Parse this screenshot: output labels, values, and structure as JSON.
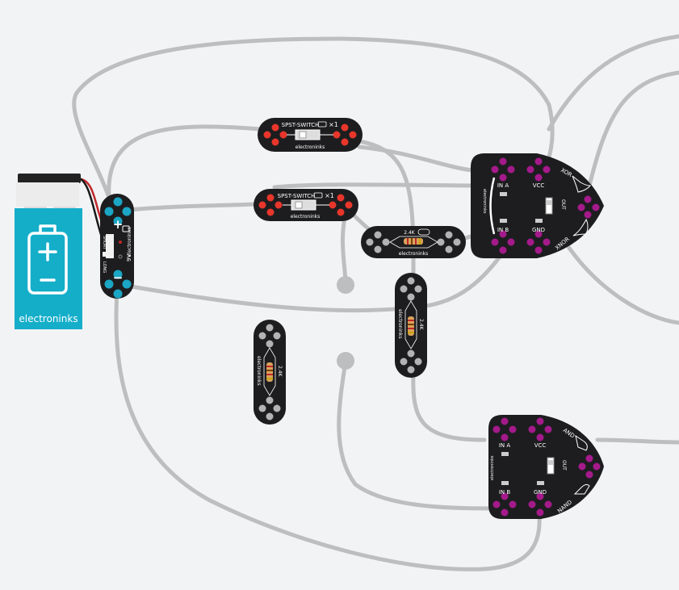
{
  "battery": {
    "brand": "electroninks",
    "plus": "+",
    "minus": "−",
    "voltage": "9V",
    "switch_on": "SHORT",
    "switch_off": "LONG",
    "board_brand": "electroninks"
  },
  "switch1": {
    "label": "SPST-SWITCH",
    "count": "×1",
    "brand": "electroninks"
  },
  "switch2": {
    "label": "SPST-SWITCH",
    "count": "×1",
    "brand": "electroninks"
  },
  "resistor_h": {
    "label": "2.4K",
    "brand": "electroninks"
  },
  "resistor_v1": {
    "label": "2.4K",
    "brand": "electroninks"
  },
  "resistor_v2": {
    "label": "2.4K",
    "brand": "electroninks"
  },
  "gate_xor": {
    "in_a": "IN A",
    "in_b": "IN B",
    "vcc": "VCC",
    "gnd": "GND",
    "out": "OUT",
    "top_gate": "XOR",
    "bottom_gate": "XNOR",
    "brand": "electroninks"
  },
  "gate_and": {
    "in_a": "IN A",
    "in_b": "IN B",
    "vcc": "VCC",
    "gnd": "GND",
    "out": "OUT",
    "top_gate": "AND",
    "bottom_gate": "NAND",
    "brand": "electroninks"
  },
  "colors": {
    "background": "#f2f3f5",
    "wire": "#bdbec0",
    "board": "#1d1d1f",
    "pad_cyan": "#1aa6c4",
    "pad_red": "#e8362b",
    "pad_gray": "#b3b3b3",
    "pad_magenta": "#a51a8b",
    "battery_body": "#14aec9"
  }
}
